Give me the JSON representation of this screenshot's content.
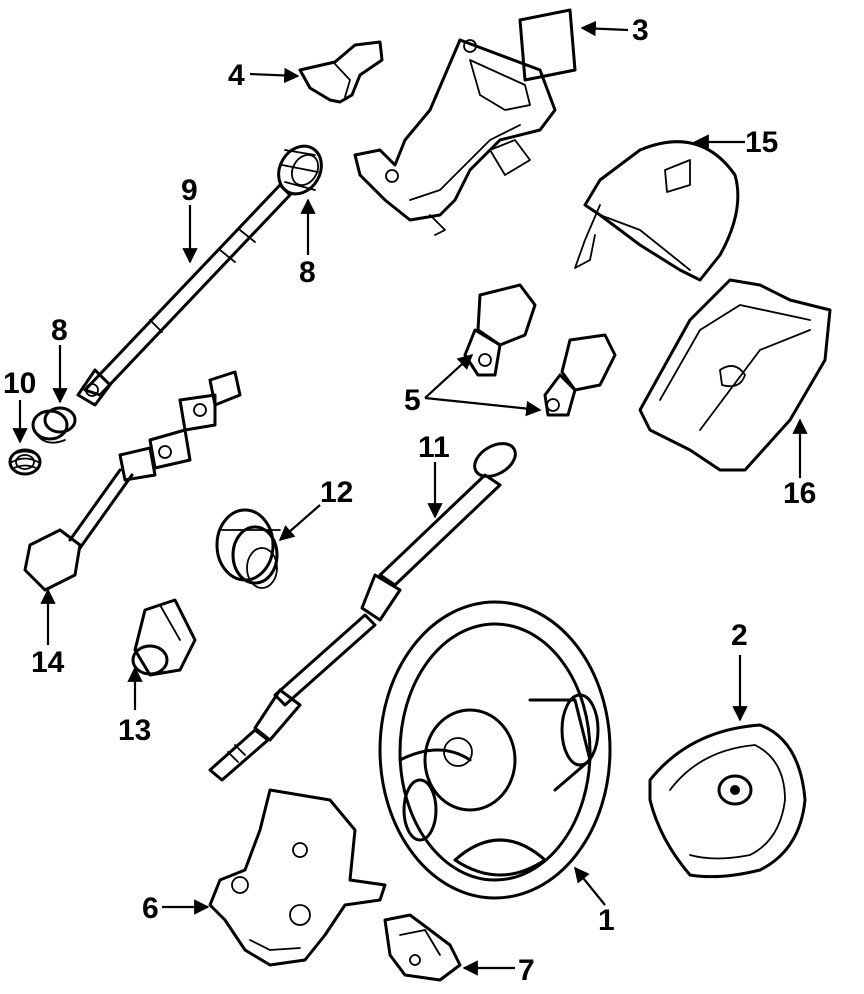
{
  "callouts": [
    {
      "id": "1",
      "label": "1"
    },
    {
      "id": "2",
      "label": "2"
    },
    {
      "id": "3",
      "label": "3"
    },
    {
      "id": "4",
      "label": "4"
    },
    {
      "id": "5",
      "label": "5"
    },
    {
      "id": "6",
      "label": "6"
    },
    {
      "id": "7",
      "label": "7"
    },
    {
      "id": "8a",
      "label": "8"
    },
    {
      "id": "8b",
      "label": "8"
    },
    {
      "id": "9",
      "label": "9"
    },
    {
      "id": "10",
      "label": "10"
    },
    {
      "id": "11",
      "label": "11"
    },
    {
      "id": "12",
      "label": "12"
    },
    {
      "id": "13",
      "label": "13"
    },
    {
      "id": "14",
      "label": "14"
    },
    {
      "id": "15",
      "label": "15"
    },
    {
      "id": "16",
      "label": "16"
    }
  ]
}
